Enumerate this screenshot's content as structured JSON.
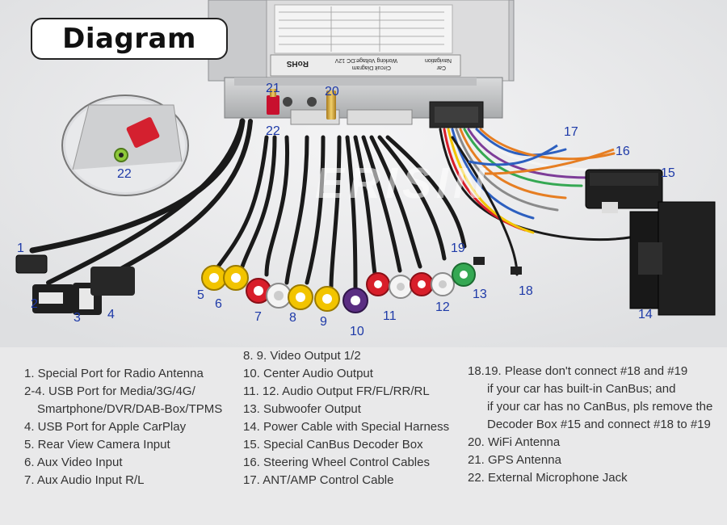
{
  "title": "Diagram",
  "watermark": "ERISIN",
  "unit_label": {
    "rohs": "RoHS",
    "circuit_line1": "Circuit Diagram",
    "circuit_line2": "Working Voltage:DC 12V",
    "nav_line1": "Car",
    "nav_line2": "Navigation"
  },
  "callouts": {
    "c1": "1",
    "c2": "2",
    "c3": "3",
    "c4": "4",
    "c5": "5",
    "c6": "6",
    "c7": "7",
    "c8": "8",
    "c9": "9",
    "c10": "10",
    "c11": "11",
    "c12": "12",
    "c13": "13",
    "c14": "14",
    "c15": "15",
    "c16": "16",
    "c17": "17",
    "c18": "18",
    "c19": "19",
    "c20": "20",
    "c21": "21",
    "c22a": "22",
    "c22b": "22"
  },
  "legend": {
    "col1": [
      "1. Special Port for Radio Antenna",
      "2-4. USB Port for Media/3G/4G/",
      "Smartphone/DVR/DAB-Box/TPMS",
      "4. USB Port  for Apple CarPlay",
      "5. Rear View Camera Input",
      "6. Aux Video Input",
      "7. Aux Audio Input R/L"
    ],
    "col2": [
      "8. 9. Video Output 1/2",
      "10. Center Audio Output",
      "11. 12. Audio Output FR/FL/RR/RL",
      "13. Subwoofer Output",
      "14. Power Cable with Special Harness",
      "15. Special CanBus Decoder Box",
      "16. Steering Wheel Control Cables",
      "17. ANT/AMP Control Cable"
    ],
    "col3": [
      "18.19. Please don't connect #18 and #19",
      "if your car has built-in CanBus; and",
      "if your car has no CanBus, pls remove the",
      "Decoder Box #15 and connect #18 to #19",
      "20. WiFi Antenna",
      "21. GPS Antenna",
      "22. External Microphone Jack"
    ]
  },
  "colors": {
    "callout": "#1e3aa8",
    "rca_yellow": "#f2c400",
    "rca_red": "#d81e2a",
    "rca_white": "#f4f4f4",
    "rca_purple": "#5a2d82",
    "rca_green": "#35a853",
    "cable_black": "#1a1a1a"
  }
}
